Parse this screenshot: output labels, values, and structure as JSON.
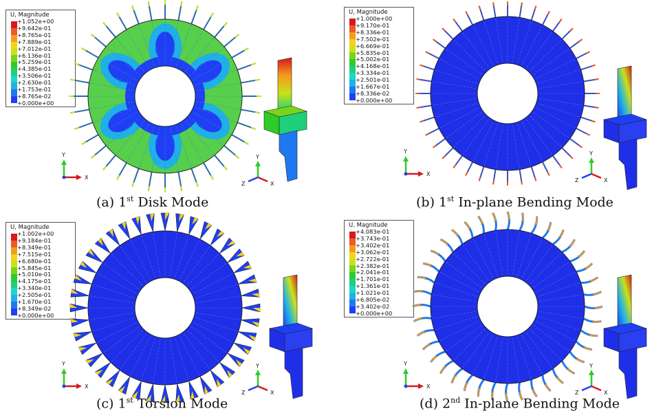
{
  "panels": [
    {
      "legend_title": "U, Magnitude",
      "legend_values": [
        "+1.052e+00",
        "+9.642e-01",
        "+8.765e-01",
        "+7.889e-01",
        "+7.012e-01",
        "+6.136e-01",
        "+5.259e-01",
        "+4.385e-01",
        "+3.506e-01",
        "+2.630e-01",
        "+1.753e-01",
        "+8.765e-02",
        "+0.000e+00"
      ],
      "caption_prefix": "(a) 1",
      "caption_sup": "st",
      "caption_suffix": " Disk Mode"
    },
    {
      "legend_title": "U, Magnitude",
      "legend_values": [
        "+1.000e+00",
        "+9.170e-01",
        "+8.336e-01",
        "+7.502e-01",
        "+6.669e-01",
        "+5.835e-01",
        "+5.002e-01",
        "+4.168e-01",
        "+3.334e-01",
        "+2.501e-01",
        "+1.667e-01",
        "+8.336e-02",
        "+0.000e+00"
      ],
      "caption_prefix": "(b) 1",
      "caption_sup": "st",
      "caption_suffix": " In-plane Bending Mode"
    },
    {
      "legend_title": "U, Magnitude",
      "legend_values": [
        "+1.002e+00",
        "+9.184e-01",
        "+8.349e-01",
        "+7.515e-01",
        "+6.680e-01",
        "+5.845e-01",
        "+5.010e-01",
        "+4.175e-01",
        "+3.340e-01",
        "+2.505e-01",
        "+1.670e-01",
        "+8.349e-02",
        "+0.000e+00"
      ],
      "caption_prefix": "(c) 1",
      "caption_sup": "st",
      "caption_suffix": " Torsion Mode"
    },
    {
      "legend_title": "U, Magnitude",
      "legend_values": [
        "+4.083e-01",
        "+3.743e-01",
        "+3.402e-01",
        "+3.062e-01",
        "+2.722e-01",
        "+2.382e-01",
        "+2.041e-01",
        "+1.701e-01",
        "+1.361e-01",
        "+1.021e-01",
        "+6.805e-02",
        "+3.402e-02",
        "+0.000e+00"
      ],
      "caption_prefix": "(d) 2",
      "caption_sup": "nd",
      "caption_suffix": " In-plane Bending Mode"
    }
  ],
  "colormap": [
    "#d7191c",
    "#ee5a24",
    "#f49b1e",
    "#f5d21b",
    "#c8e21a",
    "#79d41c",
    "#2ecb2b",
    "#1fcf7a",
    "#1fd6c4",
    "#1fb1e6",
    "#1f78f0",
    "#1f3ff5"
  ],
  "axes": {
    "y": "Y",
    "x": "X",
    "z": "Z"
  }
}
